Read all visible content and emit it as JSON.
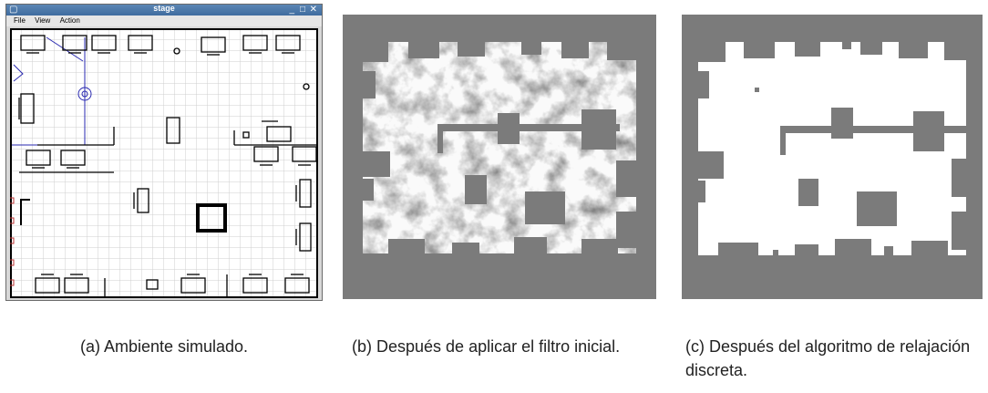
{
  "window": {
    "title": "stage"
  },
  "menu": {
    "file": "File",
    "view": "View",
    "action": "Action"
  },
  "captions": {
    "a": "(a) Ambiente simulado.",
    "b": "(b) Después de aplicar el filtro inicial.",
    "c": "(c) Después del algoritmo de relajación discreta."
  },
  "colors": {
    "map_gray": "#7b7b7b",
    "title_bar": "#4a78aa",
    "wall": "#000000",
    "robot_path": "#2a2ab0"
  }
}
